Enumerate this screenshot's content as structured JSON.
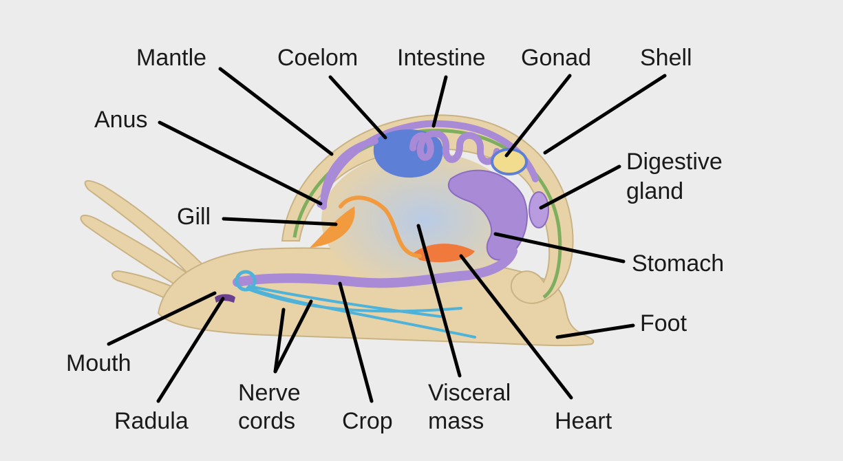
{
  "diagram": {
    "labels": {
      "mantle": "Mantle",
      "coelom": "Coelom",
      "intestine": "Intestine",
      "gonad": "Gonad",
      "shell": "Shell",
      "anus": "Anus",
      "digestive_gland_1": "Digestive",
      "digestive_gland_2": "gland",
      "gill": "Gill",
      "stomach": "Stomach",
      "foot": "Foot",
      "mouth": "Mouth",
      "radula": "Radula",
      "nerve_cords_1": "Nerve",
      "nerve_cords_2": "cords",
      "crop": "Crop",
      "visceral_mass_1": "Visceral",
      "visceral_mass_2": "mass",
      "heart": "Heart"
    },
    "colors": {
      "background": "#ececec",
      "body": "#e8d3a8",
      "body_outline": "#c9b283",
      "shell_band": "#7fae5f",
      "mantle_purple": "#a98ad6",
      "coelom_blue": "#5e7fd6",
      "gonad_yellow": "#f2dc8e",
      "gill_orange": "#f29a3e",
      "heart_orange": "#ef7a3b",
      "nerve_blue": "#4fb2d8",
      "visceral_center": "#b9cbe6"
    }
  }
}
